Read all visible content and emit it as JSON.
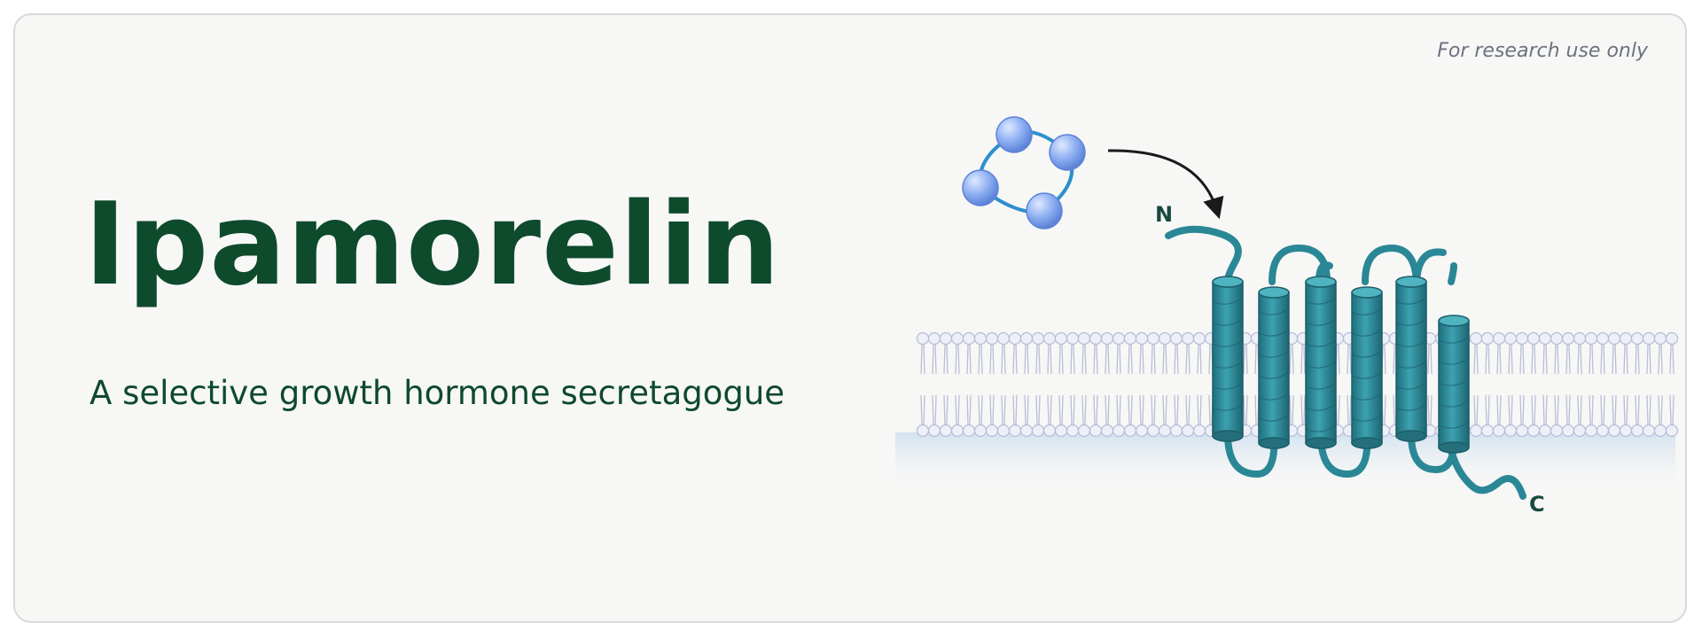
{
  "notice": "For research use only",
  "title": "Ipamorelin",
  "subtitle": "A selective growth hormone secretagogue",
  "diagram": {
    "n_terminus_label": "N",
    "c_terminus_label": "C",
    "helix_count": 6
  },
  "colors": {
    "title": "#0e4a2c",
    "helix": "#2f8d9b",
    "ligand": "#8fb0f2",
    "membrane": "#d9def0"
  }
}
